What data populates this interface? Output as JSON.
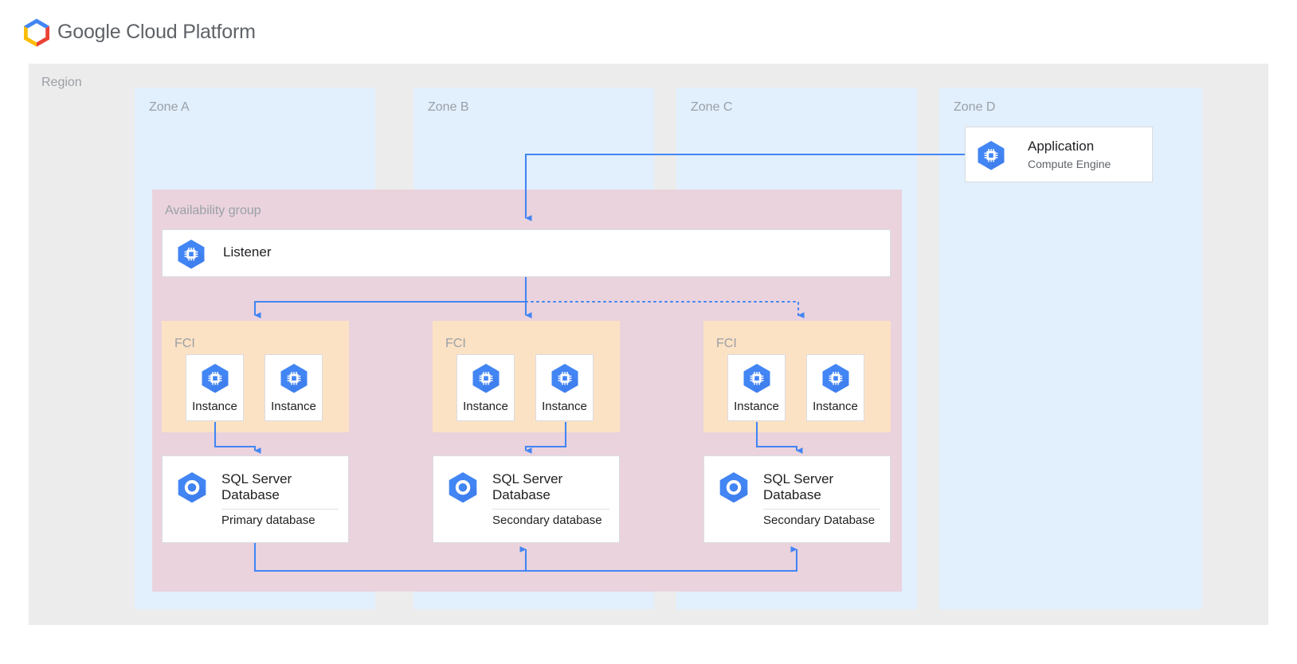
{
  "header": {
    "brand": "Google Cloud Platform",
    "logo_icon": "google-cloud-platform-logo"
  },
  "region": {
    "label": "Region"
  },
  "zones": [
    {
      "id": "zone-a",
      "label": "Zone A"
    },
    {
      "id": "zone-b",
      "label": "Zone B"
    },
    {
      "id": "zone-c",
      "label": "Zone C"
    },
    {
      "id": "zone-d",
      "label": "Zone D"
    }
  ],
  "availability_group": {
    "label": "Availability group"
  },
  "listener": {
    "title": "Listener",
    "icon": "compute-engine-icon"
  },
  "application": {
    "title": "Application",
    "subtitle": "Compute Engine",
    "icon": "compute-engine-icon"
  },
  "fci_clusters": [
    {
      "label": "FCI",
      "zone": "Zone A",
      "instances": [
        {
          "label": "Instance",
          "icon": "compute-engine-icon"
        },
        {
          "label": "Instance",
          "icon": "compute-engine-icon"
        }
      ]
    },
    {
      "label": "FCI",
      "zone": "Zone B",
      "instances": [
        {
          "label": "Instance",
          "icon": "compute-engine-icon"
        },
        {
          "label": "Instance",
          "icon": "compute-engine-icon"
        }
      ]
    },
    {
      "label": "FCI",
      "zone": "Zone C",
      "instances": [
        {
          "label": "Instance",
          "icon": "compute-engine-icon"
        },
        {
          "label": "Instance",
          "icon": "compute-engine-icon"
        }
      ]
    }
  ],
  "databases": [
    {
      "title": "SQL Server Database",
      "role": "Primary database",
      "icon": "sql-server-database-icon"
    },
    {
      "title": "SQL Server Database",
      "role": "Secondary database",
      "icon": "sql-server-database-icon"
    },
    {
      "title": "SQL Server Database",
      "role": "Secondary Database",
      "icon": "sql-server-database-icon"
    }
  ],
  "colors": {
    "page_background": "#ffffff",
    "region_background": "#ececec",
    "zone_background": "#e2effd",
    "availability_group_background": "#ead3dd",
    "fci_background": "#fce2c4",
    "connector": "#4285f4",
    "icon_blue": "#4285f4",
    "label_gray": "#9aa0a6",
    "text_dark": "#202124",
    "card_border": "#dadce0"
  }
}
